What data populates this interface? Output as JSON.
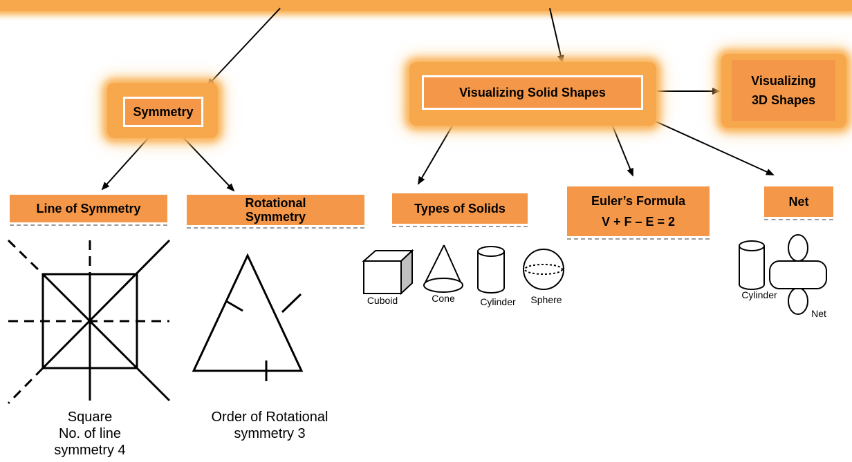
{
  "nodes": {
    "symmetry": "Symmetry",
    "solid_shapes": "Visualizing Solid Shapes",
    "visualizing_3d_line1": "Visualizing",
    "visualizing_3d_line2": "3D Shapes",
    "line_of_symmetry": "Line of Symmetry",
    "rotational_line1": "Rotational",
    "rotational_line2": "Symmetry",
    "types_of_solids": "Types of Solids",
    "euler_title": "Euler’s Formula",
    "euler_formula": "V + F – E = 2",
    "net": "Net"
  },
  "captions": {
    "square_line1": "Square",
    "square_line2": "No. of line",
    "square_line3": "symmetry 4",
    "rotational_line1": "Order of Rotational",
    "rotational_line2": "symmetry 3"
  },
  "solids": [
    "Cuboid",
    "Cone",
    "Cylinder",
    "Sphere"
  ],
  "net_labels": {
    "cylinder": "Cylinder",
    "net": "Net"
  },
  "colors": {
    "box_fill": "#f59748",
    "glow": "#f9b35a"
  }
}
